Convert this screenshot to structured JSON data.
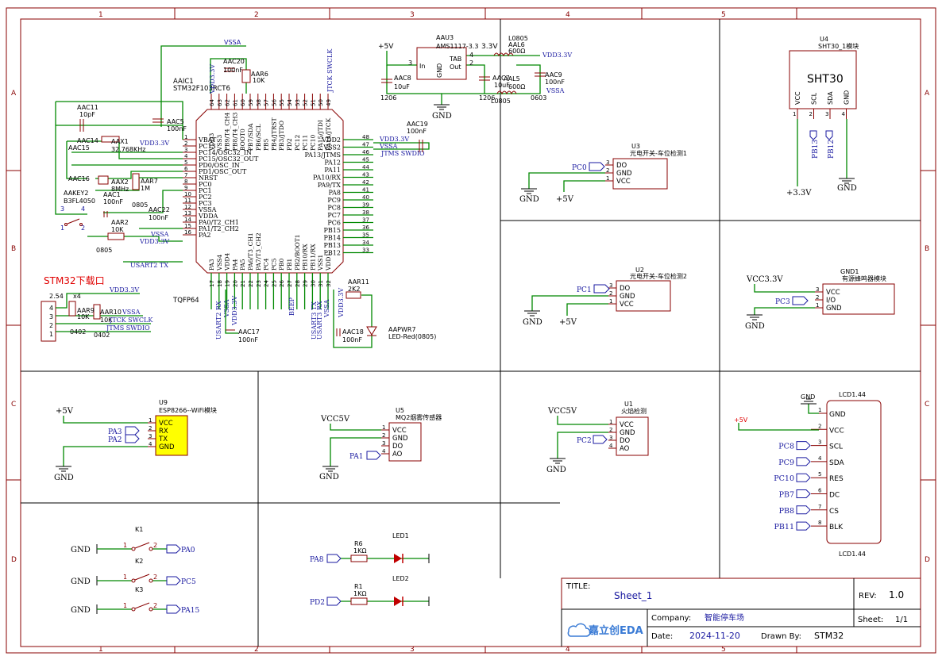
{
  "border": {
    "columns": [
      "1",
      "2",
      "3",
      "4",
      "5"
    ],
    "rows": [
      "A",
      "B",
      "C",
      "D"
    ]
  },
  "mcu": {
    "ref": "AAIC1",
    "part": "STM32F103RCT6",
    "package": "TQFP64",
    "left_pins": [
      {
        "n": "1",
        "name": "VBAT"
      },
      {
        "n": "2",
        "name": "PC13"
      },
      {
        "n": "3",
        "name": "PC14/OSC32_IN"
      },
      {
        "n": "4",
        "name": "PC15/OSC32_OUT"
      },
      {
        "n": "5",
        "name": "PD0/OSC_IN"
      },
      {
        "n": "6",
        "name": "PD1/OSC_OUT"
      },
      {
        "n": "7",
        "name": "NRST"
      },
      {
        "n": "8",
        "name": "PC0"
      },
      {
        "n": "9",
        "name": "PC1"
      },
      {
        "n": "10",
        "name": "PC2"
      },
      {
        "n": "11",
        "name": "PC3"
      },
      {
        "n": "12",
        "name": "VSSA"
      },
      {
        "n": "13",
        "name": "VDDA"
      },
      {
        "n": "14",
        "name": "PA0/T2_CH1"
      },
      {
        "n": "15",
        "name": "PA1/T2_CH2"
      },
      {
        "n": "16",
        "name": "PA2"
      }
    ],
    "right_pins": [
      {
        "n": "48",
        "name": "VDD2"
      },
      {
        "n": "47",
        "name": "VSS2"
      },
      {
        "n": "46",
        "name": "PA13/JTMS"
      },
      {
        "n": "45",
        "name": "PA12"
      },
      {
        "n": "44",
        "name": "PA11"
      },
      {
        "n": "43",
        "name": "PA10/RX"
      },
      {
        "n": "42",
        "name": "PA9/TX"
      },
      {
        "n": "41",
        "name": "PA8"
      },
      {
        "n": "40",
        "name": "PC9"
      },
      {
        "n": "39",
        "name": "PC8"
      },
      {
        "n": "38",
        "name": "PC7"
      },
      {
        "n": "37",
        "name": "PC6"
      },
      {
        "n": "36",
        "name": "PB15"
      },
      {
        "n": "35",
        "name": "PB14"
      },
      {
        "n": "34",
        "name": "PB13"
      },
      {
        "n": "33",
        "name": "PB12"
      }
    ],
    "top_pins": [
      "64",
      "63",
      "62",
      "61",
      "60",
      "59",
      "58",
      "57",
      "56",
      "55",
      "54",
      "53",
      "52",
      "51",
      "50",
      "49"
    ],
    "top_names": [
      "VDD3",
      "VSS3",
      "PB9/T4_CH4",
      "PB8/T4_CH3",
      "BOOT0",
      "PB7/SDA",
      "PB6/SCL",
      "PB5",
      "PB4/JTRST",
      "PB3/JTDO",
      "PD2",
      "PC12",
      "PC11",
      "PC10",
      "PA15/JTDI",
      "PA14/JTCK"
    ],
    "bottom_pins": [
      "17",
      "18",
      "19",
      "20",
      "21",
      "22",
      "23",
      "24",
      "25",
      "26",
      "27",
      "28",
      "29",
      "30",
      "31",
      "32"
    ],
    "bottom_names": [
      "PA3",
      "VSS4",
      "VDD4",
      "PA4",
      "PA5",
      "PA6/T3_CH1",
      "PA7/T3_CH2",
      "PC4",
      "PC5",
      "PB0",
      "PB1",
      "PB2/BOOT1",
      "PB10/RX",
      "PB11/RX",
      "VSS1",
      "VDD1"
    ]
  },
  "mcu_labels": {
    "vssa_top": "VSSA",
    "vdd_top": "VDD3.3V",
    "swclk": "JTCK SWCLK",
    "aac20": "AAC20",
    "aac20_v": "100nF",
    "aar6": "AAR6",
    "aar6_v": "10K",
    "aac11": "AAC11",
    "aac11_v": "10pF",
    "aac14": "AAC14",
    "aax1": "AAX1",
    "aax1_v": "32.768KHz",
    "aac15": "AAC15",
    "aac5": "AAC5",
    "aac5_v": "100nF",
    "vdd_left": "VDD3.3V",
    "aac16": "AAC16",
    "aax2": "AAX2",
    "aax2_v": "8MHz",
    "aar7": "AAR7",
    "aar7_v": "1M",
    "aakey2": "AAKEY2",
    "aakey2_v": "B3FL4050",
    "aac1": "AAC1",
    "aac1_v": "100nF",
    "aac22": "AAC22",
    "aac22_v": "100nF",
    "aar2": "AAR2",
    "aar2_v": "10K",
    "aar2_pkg": "0805",
    "r0805": "0805",
    "vssa_mid": "VSSA",
    "vdd_mid": "VDD3.3V",
    "usart2_tx": "USART2 TX",
    "vdd_r48": "VDD3.3V",
    "vssa_r47": "VSSA",
    "jtms": "JTMS SWDIO",
    "aac19": "AAC19",
    "aac19_v": "100nF",
    "usart2_rx": "USART2 RX",
    "vssa_b": "VSSA",
    "vdd_b": "VDD3.3V",
    "aac17": "AAC17",
    "aac17_v": "100nF",
    "boot": "BEEP",
    "usart3": "USART3 TX",
    "usart3rx": "USART3 RX",
    "vssa_b2": "VSSA",
    "vdd_b2": "VDD3.3V",
    "aar11": "AAR11",
    "aar11_v": "2K2",
    "aac18": "AAC18",
    "aac18_v": "100nF",
    "aapwr7": "AAPWR7",
    "aapwr7_v": "LED-Red(0805)",
    "p1": "1",
    "p2": "2",
    "p3": "3",
    "p4": "4"
  },
  "debug": {
    "title": "STM32下载口",
    "pitch": "2.54",
    "header": "x4",
    "vdd": "VDD3.3V",
    "aar9": "AAR9",
    "aar9_v": "10K",
    "aar9_pkg": "0402",
    "aar10": "AAR10",
    "aar10_v": "10K",
    "aar10_pkg": "0402",
    "vssa": "VSSA",
    "swclk": "JTCK SWCLK",
    "swdio": "JTMS SWDIO",
    "pins": [
      "4",
      "3",
      "2",
      "1"
    ]
  },
  "ldo": {
    "p5v": "+5V",
    "ref": "AAU3",
    "part": "AMS1117-3.3",
    "v33": "3.3V",
    "in": "In",
    "gnd_label": "GND",
    "tab": "TAB",
    "out": "Out",
    "pin3": "3",
    "pin4": "4",
    "pin2": "2",
    "aac8": "AAC8",
    "aac8_v": "10uF",
    "aac8_pkg": "1206",
    "l0805_top": "L0805",
    "aal6": "AAL6",
    "aal6_v": "600Ω",
    "vdd": "VDD3.3V",
    "aac7": "AAC7",
    "aac7_v": "10uF",
    "aac7_pkg": "1206",
    "aal5": "AAL5",
    "aal5_v": "600Ω",
    "l0805_bot": "L0805",
    "aac9": "AAC9",
    "aac9_v": "100nF",
    "aac9_pkg": "0603",
    "vssa": "VSSA",
    "gnd": "GND"
  },
  "sht30": {
    "ref": "U4",
    "name": "SHT30_1模块",
    "title": "SHT30",
    "pins": [
      {
        "n": "1",
        "name": "VCC"
      },
      {
        "n": "2",
        "name": "SCL"
      },
      {
        "n": "3",
        "name": "SDA"
      },
      {
        "n": "4",
        "name": "GND"
      }
    ],
    "pb13": "PB13",
    "pb12": "PB12",
    "v33": "+3.3V",
    "gnd": "GND"
  },
  "u3": {
    "ref": "U3",
    "name": "光电开关-车位检测1",
    "pins": [
      {
        "n": "3",
        "name": "DO"
      },
      {
        "n": "2",
        "name": "GND"
      },
      {
        "n": "1",
        "name": "VCC"
      }
    ],
    "port": "PC0",
    "gnd": "GND",
    "vcc": "+5V"
  },
  "u2": {
    "ref": "U2",
    "name": "光电开关-车位检测2",
    "pins": [
      {
        "n": "3",
        "name": "DO"
      },
      {
        "n": "2",
        "name": "GND"
      },
      {
        "n": "1",
        "name": "VCC"
      }
    ],
    "port": "PC1",
    "gnd": "GND",
    "vcc": "+5V"
  },
  "buzzer": {
    "ref": "GND1",
    "name": "有源蜂鸣器模块",
    "pins": [
      {
        "n": "3",
        "name": "VCC"
      },
      {
        "n": "2",
        "name": "I/O"
      },
      {
        "n": "1",
        "name": "GND"
      }
    ],
    "vcc": "VCC3.3V",
    "port": "PC3",
    "gnd": "GND"
  },
  "esp": {
    "ref": "U9",
    "name": "ESP8266--WiFi模块",
    "pins": [
      {
        "n": "1",
        "name": "VCC"
      },
      {
        "n": "2",
        "name": "RX"
      },
      {
        "n": "3",
        "name": "TX"
      },
      {
        "n": "4",
        "name": "GND"
      }
    ],
    "vcc": "+5V",
    "pa3": "PA3",
    "pa2": "PA2",
    "gnd": "GND"
  },
  "mq2": {
    "ref": "U5",
    "name": "MQ2烟雾传感器",
    "pins": [
      {
        "n": "1",
        "name": "VCC"
      },
      {
        "n": "2",
        "name": "GND"
      },
      {
        "n": "3",
        "name": "DO"
      },
      {
        "n": "4",
        "name": "AO"
      }
    ],
    "vcc": "VCC5V",
    "port": "PA1",
    "gnd": "GND"
  },
  "flame": {
    "ref": "U1",
    "name": "火焰检测",
    "pins": [
      {
        "n": "1",
        "name": "VCC"
      },
      {
        "n": "2",
        "name": "GND"
      },
      {
        "n": "3",
        "name": "DO"
      },
      {
        "n": "4",
        "name": "AO"
      }
    ],
    "vcc": "VCC5V",
    "port": "PC2",
    "gnd": "GND"
  },
  "lcd": {
    "ref": "LCD1.44",
    "ref_bottom": "LCD1.44",
    "gnd": "GND",
    "vcc": "+5V",
    "pins": [
      {
        "n": "1",
        "name": "GND",
        "net": ""
      },
      {
        "n": "2",
        "name": "VCC",
        "net": ""
      },
      {
        "n": "3",
        "name": "SCL",
        "net": "PC8"
      },
      {
        "n": "4",
        "name": "SDA",
        "net": "PC9"
      },
      {
        "n": "5",
        "name": "RES",
        "net": "PC10"
      },
      {
        "n": "6",
        "name": "DC",
        "net": "PB7"
      },
      {
        "n": "7",
        "name": "CS",
        "net": "PB8"
      },
      {
        "n": "8",
        "name": "BLK",
        "net": "PB11"
      }
    ]
  },
  "keys": [
    {
      "ref": "K1",
      "gnd": "GND",
      "p1": "1",
      "p2": "2",
      "port": "PA0"
    },
    {
      "ref": "K2",
      "gnd": "GND",
      "p1": "1",
      "p2": "2",
      "port": "PC5"
    },
    {
      "ref": "K3",
      "gnd": "GND",
      "p1": "1",
      "p2": "2",
      "port": "PA15"
    }
  ],
  "leds": [
    {
      "port": "PA8",
      "r": "R6",
      "rv": "1KΩ",
      "led": "LED1"
    },
    {
      "port": "PD2",
      "r": "R1",
      "rv": "1KΩ",
      "led": "LED2"
    }
  ],
  "title_block": {
    "title_label": "TITLE:",
    "title": "Sheet_1",
    "rev_label": "REV:",
    "rev": "1.0",
    "company_label": "Company:",
    "company": "智能停车场",
    "sheet_label": "Sheet:",
    "sheet": "1/1",
    "date_label": "Date:",
    "date": "2024-11-20",
    "drawn_label": "Drawn By:",
    "drawn": "STM32",
    "logo": "嘉立创EDA"
  }
}
